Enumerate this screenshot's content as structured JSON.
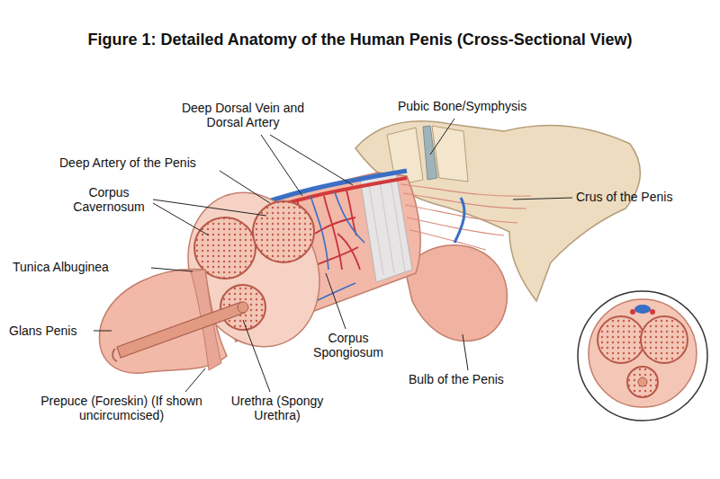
{
  "diagram": {
    "title": "Figure 1: Detailed Anatomy of the Human Penis (Cross-Sectional View)",
    "labels": [
      "Deep Dorsal Vein and Dorsal Artery",
      "Pubic Bone/Symphysis",
      "Deep Artery of the Penis",
      "Crus of the Penis",
      "Corpus Cavernosum",
      "Tunica Albuginea",
      "Glans Penis",
      "Corpus Spongiosum",
      "Bulb of the Penis",
      "Urethra (Spongy Urethra)",
      "Prepuce (Foreskin) (If shown uncircumcised)"
    ]
  }
}
